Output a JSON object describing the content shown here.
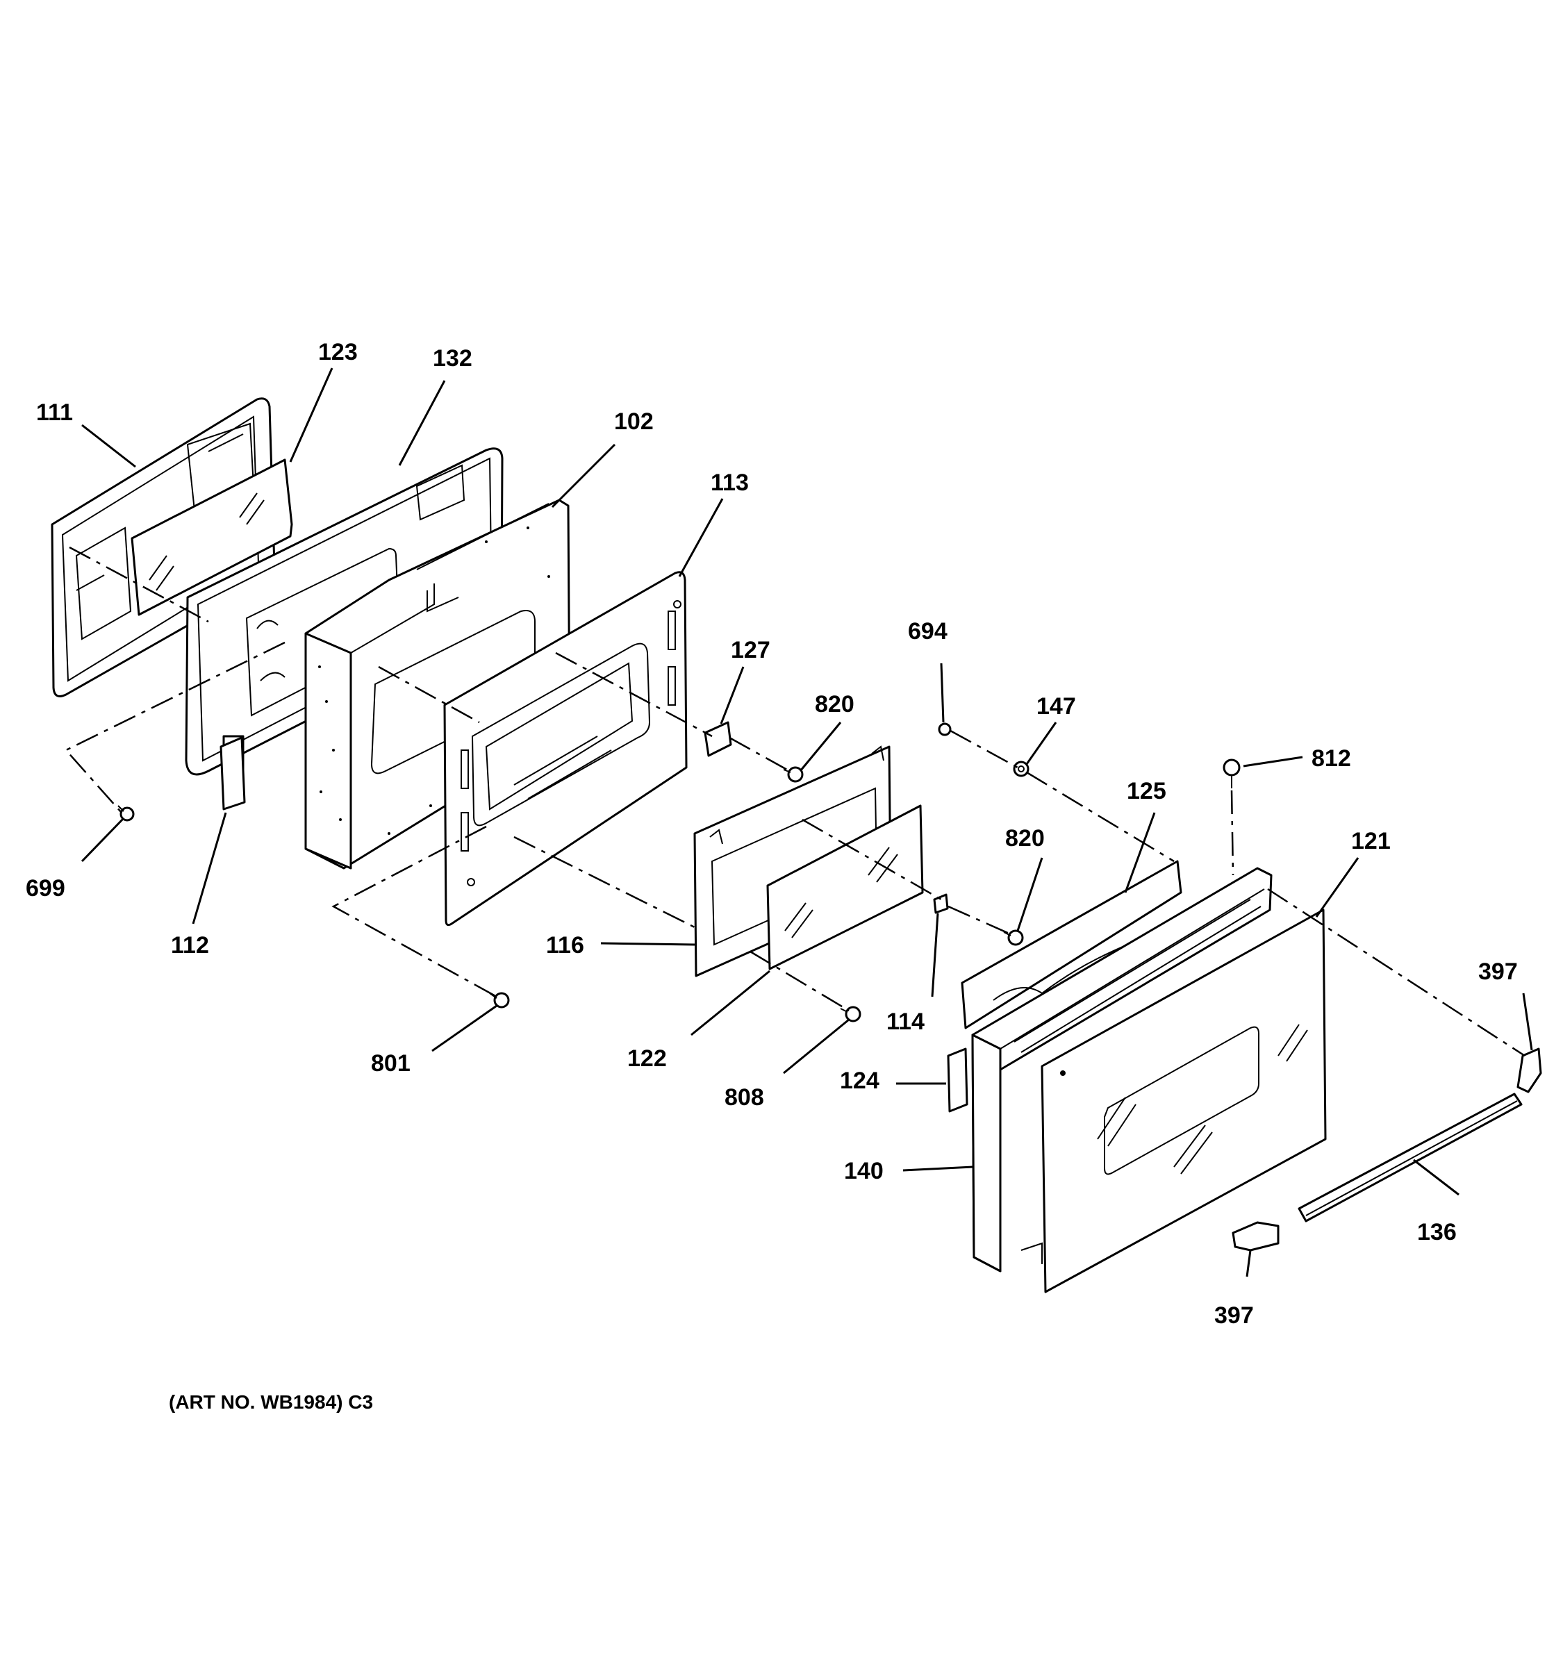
{
  "diagram": {
    "footer": "(ART NO. WB1984) C3",
    "callouts": [
      {
        "id": "c111",
        "text": "111",
        "part": "outer-door-liner-frame"
      },
      {
        "id": "c123",
        "text": "123",
        "part": "inner-glass-panel"
      },
      {
        "id": "c132",
        "text": "132",
        "part": "door-gasket-frame"
      },
      {
        "id": "c102",
        "text": "102",
        "part": "insulation-block"
      },
      {
        "id": "c113",
        "text": "113",
        "part": "door-inner-panel"
      },
      {
        "id": "c127",
        "text": "127",
        "part": "small-clip-plate"
      },
      {
        "id": "c820a",
        "text": "820",
        "part": "screw"
      },
      {
        "id": "c694",
        "text": "694",
        "part": "screw"
      },
      {
        "id": "c147",
        "text": "147",
        "part": "washer"
      },
      {
        "id": "c812",
        "text": "812",
        "part": "screw"
      },
      {
        "id": "c125",
        "text": "125",
        "part": "vent-trim-strip"
      },
      {
        "id": "c121",
        "text": "121",
        "part": "outer-door-glass"
      },
      {
        "id": "c820b",
        "text": "820",
        "part": "screw"
      },
      {
        "id": "c397a",
        "text": "397",
        "part": "handle-end-cap"
      },
      {
        "id": "c699",
        "text": "699",
        "part": "screw"
      },
      {
        "id": "c112",
        "text": "112",
        "part": "hinge"
      },
      {
        "id": "c116",
        "text": "116",
        "part": "glass-retainer-frame"
      },
      {
        "id": "c114",
        "text": "114",
        "part": "small-clip"
      },
      {
        "id": "c801",
        "text": "801",
        "part": "screw"
      },
      {
        "id": "c122",
        "text": "122",
        "part": "window-glass"
      },
      {
        "id": "c808",
        "text": "808",
        "part": "screw"
      },
      {
        "id": "c124",
        "text": "124",
        "part": "side-trim"
      },
      {
        "id": "c140",
        "text": "140",
        "part": "outer-door-frame"
      },
      {
        "id": "c136",
        "text": "136",
        "part": "door-handle"
      },
      {
        "id": "c397b",
        "text": "397",
        "part": "handle-end-cap"
      }
    ]
  }
}
